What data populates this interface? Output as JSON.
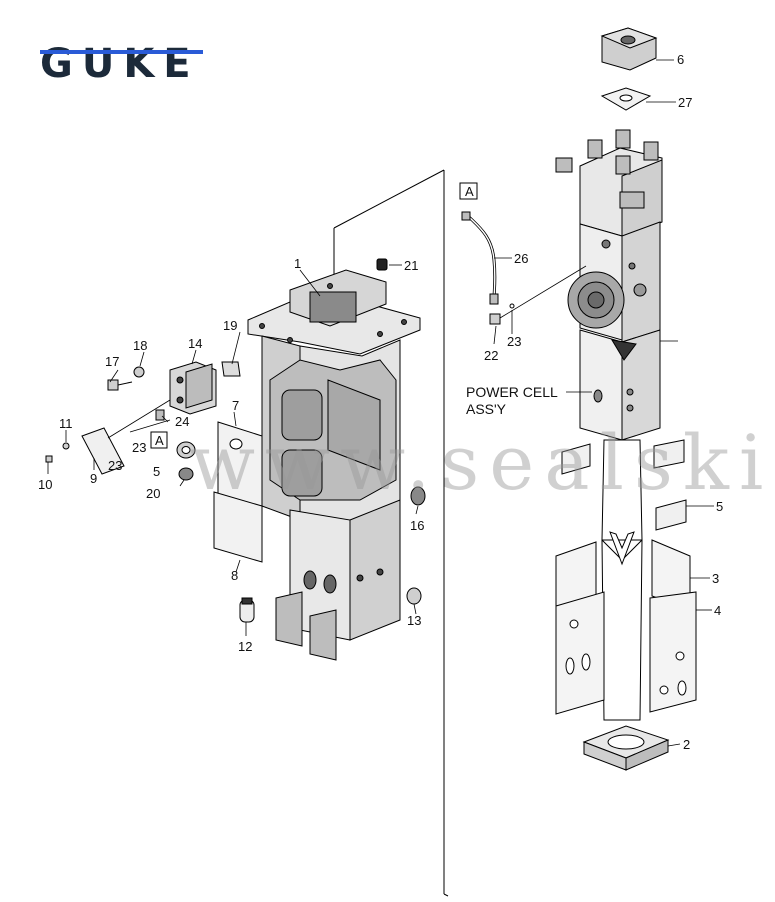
{
  "brand": {
    "logo_text": "GUKE",
    "accent": "#2a5bd7"
  },
  "watermark": "www.sealskit.com",
  "assembly_label": [
    "POWER CELL",
    "ASS'Y"
  ],
  "detail_marker": "A",
  "part_numbers": {
    "p1": "1",
    "p2": "2",
    "p3": "3",
    "p4": "4",
    "p5a": "5",
    "p5b": "5",
    "p6": "6",
    "p7": "7",
    "p8": "8",
    "p9": "9",
    "p10": "10",
    "p11": "11",
    "p12": "12",
    "p13": "13",
    "p14": "14",
    "p16": "16",
    "p17": "17",
    "p18": "18",
    "p19": "19",
    "p20": "20",
    "p21": "21",
    "p22": "22",
    "p23a": "23",
    "p23b": "23",
    "p23c": "23",
    "p24": "24",
    "p26": "26",
    "p27": "27"
  }
}
